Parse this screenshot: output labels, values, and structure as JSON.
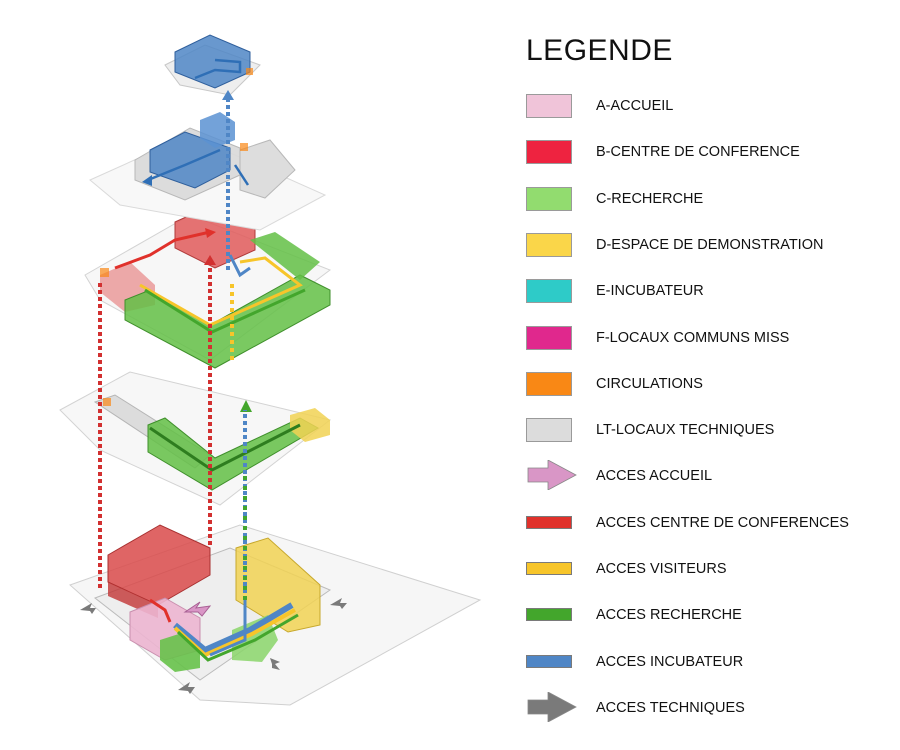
{
  "legend": {
    "title": "LEGENDE",
    "items": [
      {
        "kind": "box",
        "label": "A-ACCUEIL",
        "color": "#f0c4d9"
      },
      {
        "kind": "box",
        "label": "B-CENTRE DE CONFERENCE",
        "color": "#ee2340"
      },
      {
        "kind": "box",
        "label": "C-RECHERCHE",
        "color": "#92dc6f"
      },
      {
        "kind": "box",
        "label": "D-ESPACE DE DEMONSTRATION",
        "color": "#fad649"
      },
      {
        "kind": "box",
        "label": "E-INCUBATEUR",
        "color": "#2ecbc8"
      },
      {
        "kind": "box",
        "label": "F-LOCAUX COMMUNS MISS",
        "color": "#e0288d"
      },
      {
        "kind": "box",
        "label": "CIRCULATIONS",
        "color": "#f98815"
      },
      {
        "kind": "box",
        "label": "LT-LOCAUX TECHNIQUES",
        "color": "#dcdcdc"
      },
      {
        "kind": "arrow",
        "label": "ACCES ACCUEIL",
        "color": "#d996c6"
      },
      {
        "kind": "bar",
        "label": "ACCES CENTRE DE CONFERENCES",
        "color": "#e0312b"
      },
      {
        "kind": "bar",
        "label": "ACCES VISITEURS",
        "color": "#f7c52a"
      },
      {
        "kind": "bar",
        "label": "ACCES RECHERCHE",
        "color": "#43a62c"
      },
      {
        "kind": "bar",
        "label": "ACCES INCUBATEUR",
        "color": "#4f86c6"
      },
      {
        "kind": "arrow",
        "label": "ACCES TECHNIQUES",
        "color": "#7a7a7a"
      }
    ]
  }
}
